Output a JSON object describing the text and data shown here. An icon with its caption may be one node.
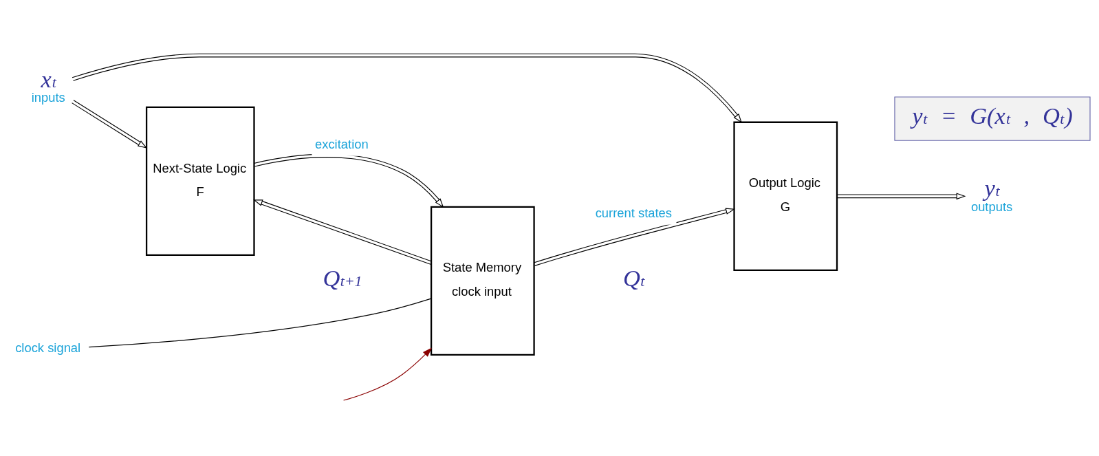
{
  "diagram": {
    "nodes": [
      {
        "text": [
          "Next-State Logic",
          "F"
        ]
      },
      {
        "text": [
          "State Memory",
          "clock input"
        ]
      },
      {
        "text": [
          "Output Logic",
          "G"
        ]
      },
      {
        "text": [
          "y$_{t}$ = G(x$_{t}$ , Q$_{t}$)"
        ]
      },
      {
        "text": [
          "x$_{t}$",
          "inputs"
        ]
      },
      {
        "text": [
          "y$_{t}$",
          "outputs"
        ]
      },
      {
        "text": [
          "clock signal"
        ]
      }
    ],
    "edges": [
      {
        "from": 4,
        "to": 0,
        "arrow": "to"
      },
      {
        "from": 4,
        "to": 2,
        "arrow": "to"
      },
      {
        "from": 0,
        "to": 1,
        "arrow": "to",
        "label": "excitation"
      },
      {
        "from": 1,
        "to": 2,
        "arrow": "to",
        "label": "current states"
      },
      {
        "from": 1,
        "to": 0,
        "arrow": "to"
      },
      {
        "from": 2,
        "to": 5,
        "arrow": "to"
      },
      {
        "from": 6,
        "to": 1,
        "arrow": "none"
      },
      {
        "from": null,
        "to": 1,
        "arrow": "to",
        "color": "#8b0000"
      }
    ],
    "labels": [
      "Q$_{t+1}$",
      "Q$_{t}$"
    ]
  }
}
